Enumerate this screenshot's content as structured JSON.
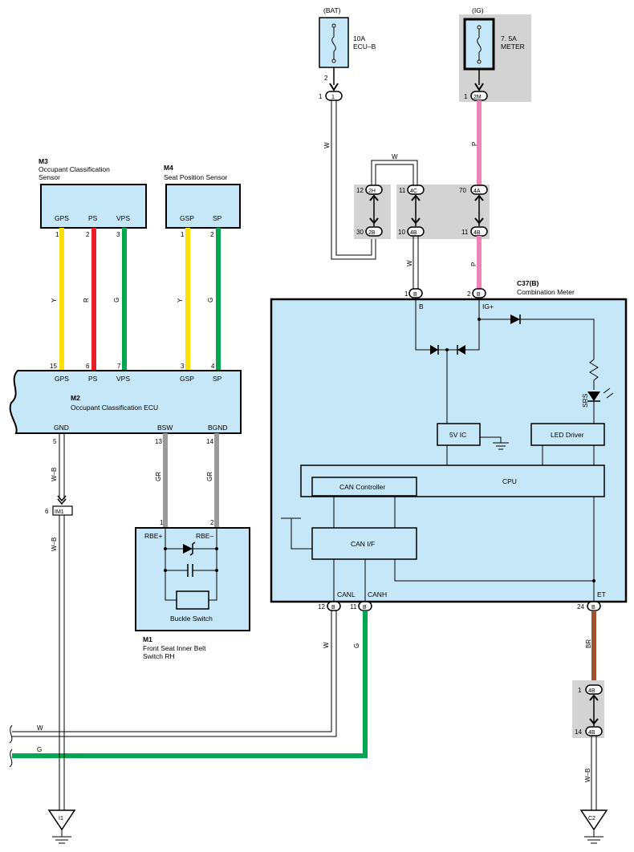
{
  "power": {
    "bat": {
      "source": "(BAT)",
      "amp": "10A",
      "fuse": "ECU–B",
      "pin": "2",
      "conn_pin": "1",
      "conn": "1"
    },
    "ig": {
      "source": "(IG)",
      "amp": "7. 5A",
      "fuse": "METER",
      "pin": "1",
      "conn": "2M"
    }
  },
  "junction": {
    "left": {
      "top_pin": "12",
      "top_conn": "2H",
      "bot_pin": "30",
      "bot_conn": "2B"
    },
    "mid": {
      "top_pin": "11",
      "top_conn": "4C",
      "bot_pin": "10",
      "bot_conn": "4B"
    },
    "right": {
      "top_pin": "70",
      "top_conn": "4A",
      "bot_pin": "11",
      "bot_conn": "4B"
    },
    "bridge_wire": "W"
  },
  "wire_colors": {
    "bat_w": "W",
    "ig_p": "P",
    "mid_w": "W",
    "mid_p": "P",
    "gps_y": "Y",
    "ps_r": "R",
    "vps_g": "G",
    "gsp_y": "Y",
    "sp_g": "G",
    "gnd_wb": "W–B",
    "gnd_wb2": "W–B",
    "bsw_gr": "GR",
    "bgnd_gr": "GR",
    "canl_w": "W",
    "canh_g": "G",
    "et_br": "BR",
    "c2_wb": "W–B",
    "bottom_w": "W",
    "bottom_g": "G"
  },
  "m3": {
    "id": "M3",
    "name": "Occupant Classification",
    "name2": "Sensor",
    "pins": [
      {
        "label": "GPS",
        "num": "1"
      },
      {
        "label": "PS",
        "num": "2"
      },
      {
        "label": "VPS",
        "num": "3"
      }
    ]
  },
  "m4": {
    "id": "M4",
    "name": "Seat Position Sensor",
    "pins": [
      {
        "label": "GSP",
        "num": "1"
      },
      {
        "label": "SP",
        "num": "2"
      }
    ]
  },
  "m2": {
    "id": "M2",
    "name": "Occupant Classification ECU",
    "top_pins": [
      {
        "label": "GPS",
        "num": "15"
      },
      {
        "label": "PS",
        "num": "6"
      },
      {
        "label": "VPS",
        "num": "7"
      },
      {
        "label": "GSP",
        "num": "3"
      },
      {
        "label": "SP",
        "num": "4"
      }
    ],
    "bottom_pins": [
      {
        "label": "GND",
        "num": "5"
      },
      {
        "label": "BSW",
        "num": "13"
      },
      {
        "label": "BGND",
        "num": "14"
      }
    ]
  },
  "im1": {
    "pin": "6",
    "conn": "IM1"
  },
  "m1": {
    "id": "M1",
    "name": "Front Seat Inner Belt",
    "name2": "Switch RH",
    "pin_left": "RBE+",
    "pin_right": "RBE–",
    "num_left": "1",
    "num_right": "2",
    "switch": "Buckle Switch"
  },
  "c37": {
    "id": "C37(B)",
    "name": "Combination Meter",
    "pin_b": "B",
    "pin_b_num": "1",
    "pin_ig": "IG+",
    "pin_ig_num": "2",
    "conn": "B",
    "srs": "SRS",
    "ic": "5V IC",
    "led": "LED Driver",
    "cpu": "CPU",
    "can_ctrl": "CAN Controller",
    "can_if": "CAN I/F",
    "canl": "CANL",
    "canl_num": "12",
    "canh": "CANH",
    "canh_num": "11",
    "et": "ET",
    "et_num": "24"
  },
  "c2_junction": {
    "top_pin": "1",
    "top_conn": "4B",
    "bot_pin": "14",
    "bot_conn": "4B"
  },
  "grounds": {
    "i1": "I1",
    "c2": "C2"
  },
  "colors": {
    "box": "#c6e7f7",
    "shade": "#d3d3d3",
    "yellow": "#ffe000",
    "red": "#e8202a",
    "green": "#00a650",
    "gray": "#9a9a9a",
    "pink": "#ef82b9",
    "brown": "#a0522d"
  }
}
